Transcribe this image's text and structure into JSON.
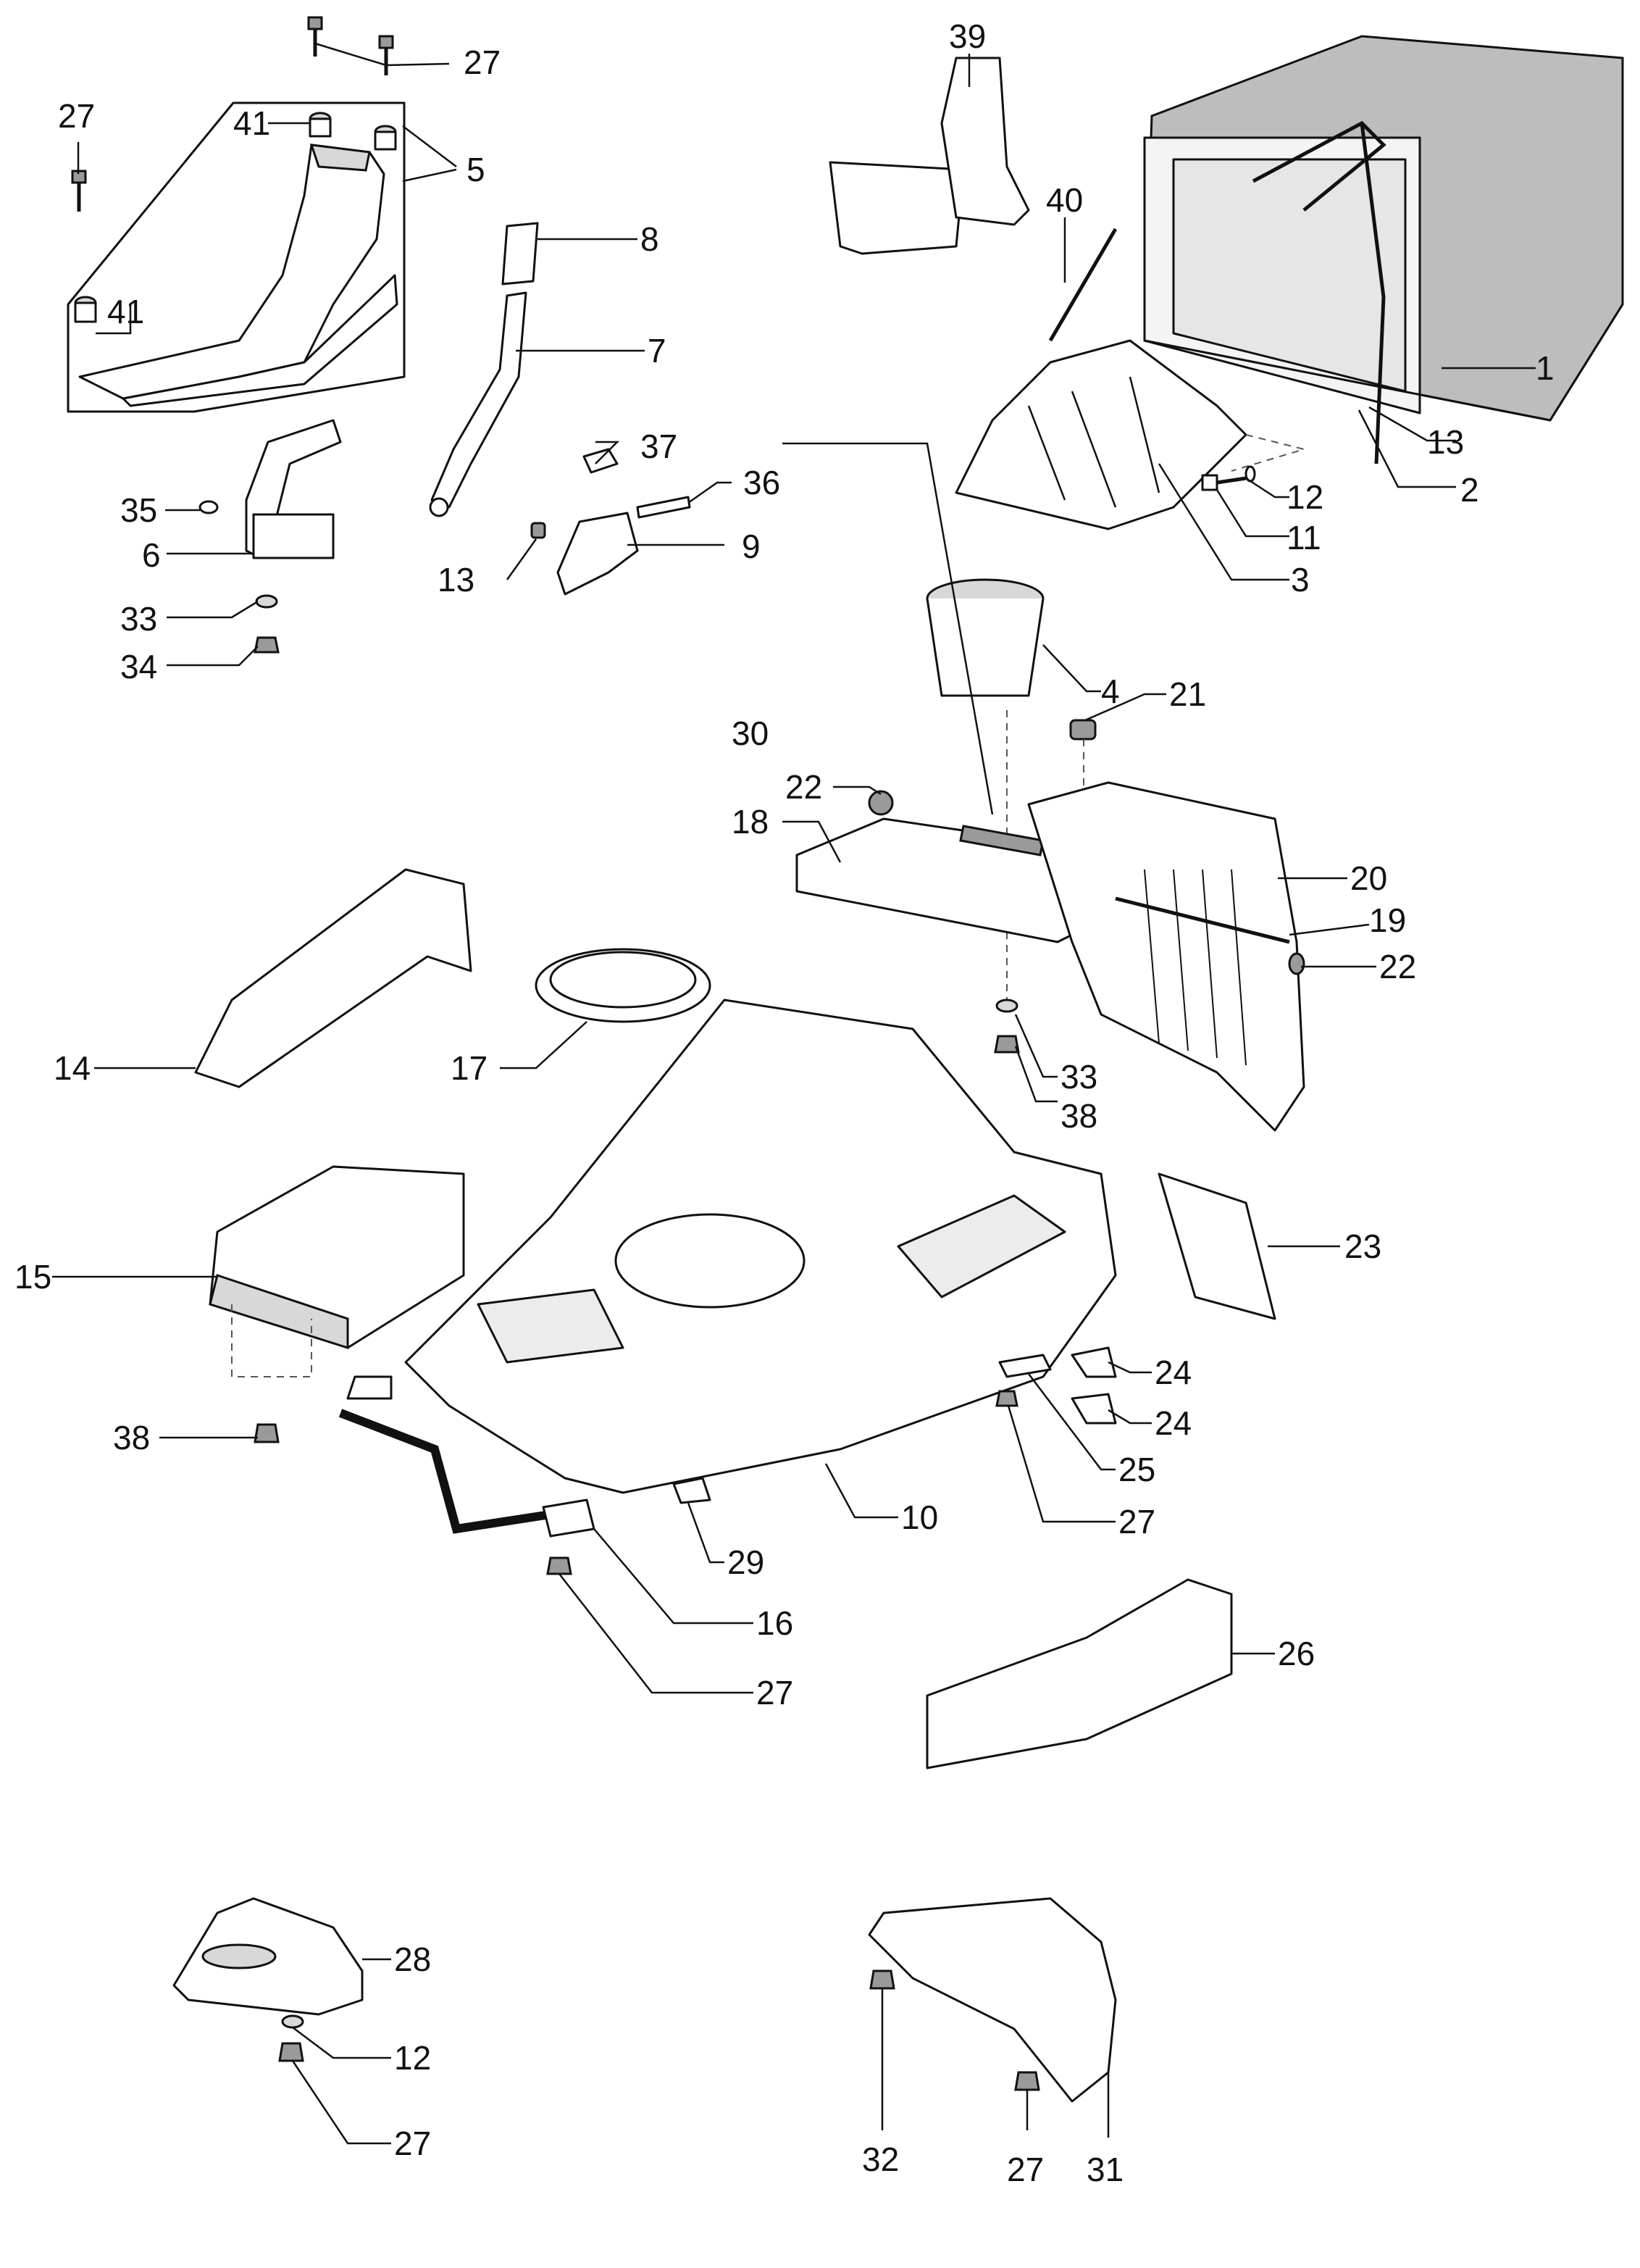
{
  "diagram": {
    "type": "exploded-parts-diagram",
    "subject": "lawn mower deck, grass catcher and handle components",
    "labels": [
      {
        "id": "l27a",
        "text": "27"
      },
      {
        "id": "l27b",
        "text": "27"
      },
      {
        "id": "l41a",
        "text": "41"
      },
      {
        "id": "l41b",
        "text": "41"
      },
      {
        "id": "l5",
        "text": "5"
      },
      {
        "id": "l8",
        "text": "8"
      },
      {
        "id": "l7",
        "text": "7"
      },
      {
        "id": "l37",
        "text": "37"
      },
      {
        "id": "l36",
        "text": "36"
      },
      {
        "id": "l35",
        "text": "35"
      },
      {
        "id": "l6",
        "text": "6"
      },
      {
        "id": "l13a",
        "text": "13"
      },
      {
        "id": "l9",
        "text": "9"
      },
      {
        "id": "l33a",
        "text": "33"
      },
      {
        "id": "l34",
        "text": "34"
      },
      {
        "id": "l39",
        "text": "39"
      },
      {
        "id": "l40",
        "text": "40"
      },
      {
        "id": "l1",
        "text": "1"
      },
      {
        "id": "l13b",
        "text": "13"
      },
      {
        "id": "l2",
        "text": "2"
      },
      {
        "id": "l12a",
        "text": "12"
      },
      {
        "id": "l11",
        "text": "11"
      },
      {
        "id": "l3",
        "text": "3"
      },
      {
        "id": "l4",
        "text": "4"
      },
      {
        "id": "l21",
        "text": "21"
      },
      {
        "id": "l30",
        "text": "30"
      },
      {
        "id": "l22a",
        "text": "22"
      },
      {
        "id": "l18",
        "text": "18"
      },
      {
        "id": "l20",
        "text": "20"
      },
      {
        "id": "l19",
        "text": "19"
      },
      {
        "id": "l22b",
        "text": "22"
      },
      {
        "id": "l33b",
        "text": "33"
      },
      {
        "id": "l38a",
        "text": "38"
      },
      {
        "id": "l14",
        "text": "14"
      },
      {
        "id": "l17",
        "text": "17"
      },
      {
        "id": "l23",
        "text": "23"
      },
      {
        "id": "l15",
        "text": "15"
      },
      {
        "id": "l24a",
        "text": "24"
      },
      {
        "id": "l24b",
        "text": "24"
      },
      {
        "id": "l38b",
        "text": "38"
      },
      {
        "id": "l25",
        "text": "25"
      },
      {
        "id": "l10",
        "text": "10"
      },
      {
        "id": "l27c",
        "text": "27"
      },
      {
        "id": "l29",
        "text": "29"
      },
      {
        "id": "l16",
        "text": "16"
      },
      {
        "id": "l26",
        "text": "26"
      },
      {
        "id": "l27d",
        "text": "27"
      },
      {
        "id": "l28",
        "text": "28"
      },
      {
        "id": "l12b",
        "text": "12"
      },
      {
        "id": "l27e",
        "text": "27"
      },
      {
        "id": "l32",
        "text": "32"
      },
      {
        "id": "l27f",
        "text": "27"
      },
      {
        "id": "l31",
        "text": "31"
      }
    ]
  }
}
